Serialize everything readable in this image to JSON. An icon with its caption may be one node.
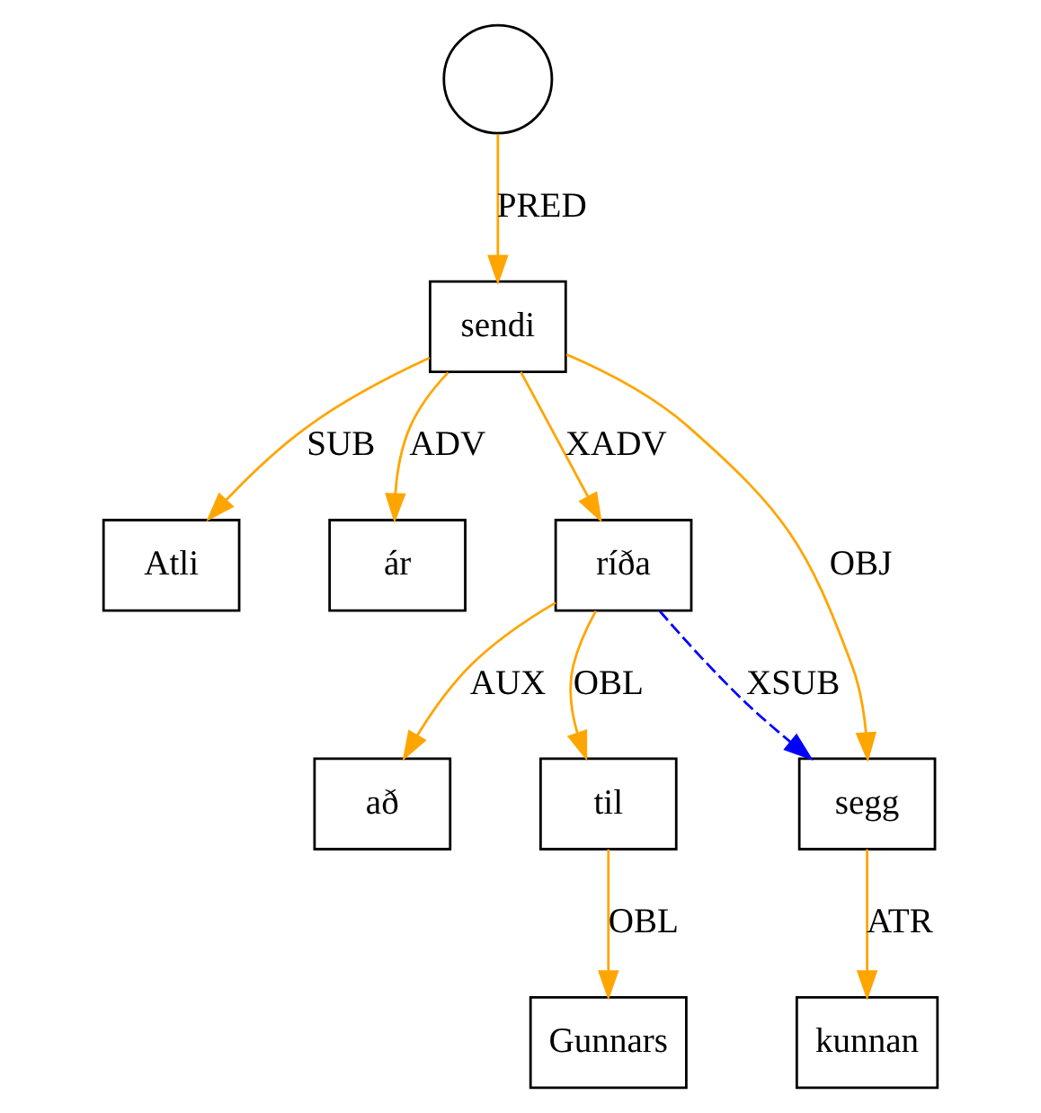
{
  "diagram": {
    "nodes": [
      {
        "text": [],
        "shape": "circle"
      },
      {
        "text": [
          "sendi"
        ]
      },
      {
        "text": [
          "Atli"
        ]
      },
      {
        "text": [
          "ár"
        ]
      },
      {
        "text": [
          "ríða"
        ]
      },
      {
        "text": [
          "segg"
        ]
      },
      {
        "text": [
          "að"
        ]
      },
      {
        "text": [
          "til"
        ]
      },
      {
        "text": [
          "kunnan"
        ]
      },
      {
        "text": [
          "Gunnars"
        ]
      }
    ],
    "edges": [
      {
        "from": 0,
        "to": 1,
        "arrow": "to",
        "label": "PRED"
      },
      {
        "from": 1,
        "to": 2,
        "arrow": "to",
        "label": "SUB"
      },
      {
        "from": 1,
        "to": 3,
        "arrow": "to",
        "label": "ADV"
      },
      {
        "from": 1,
        "to": 5,
        "arrow": "to",
        "label": "OBJ"
      },
      {
        "from": 1,
        "to": 4,
        "arrow": "to",
        "label": "XADV"
      },
      {
        "from": 4,
        "to": 5,
        "arrow": "to",
        "label": "XSUB",
        "style": "dashed",
        "color": "#0000ff"
      },
      {
        "from": 4,
        "to": 6,
        "arrow": "to",
        "label": "AUX"
      },
      {
        "from": 4,
        "to": 7,
        "arrow": "to",
        "label": "OBL"
      },
      {
        "from": 5,
        "to": 8,
        "arrow": "to",
        "label": "ATR"
      },
      {
        "from": 7,
        "to": 9,
        "arrow": "to",
        "label": "OBL"
      }
    ]
  }
}
